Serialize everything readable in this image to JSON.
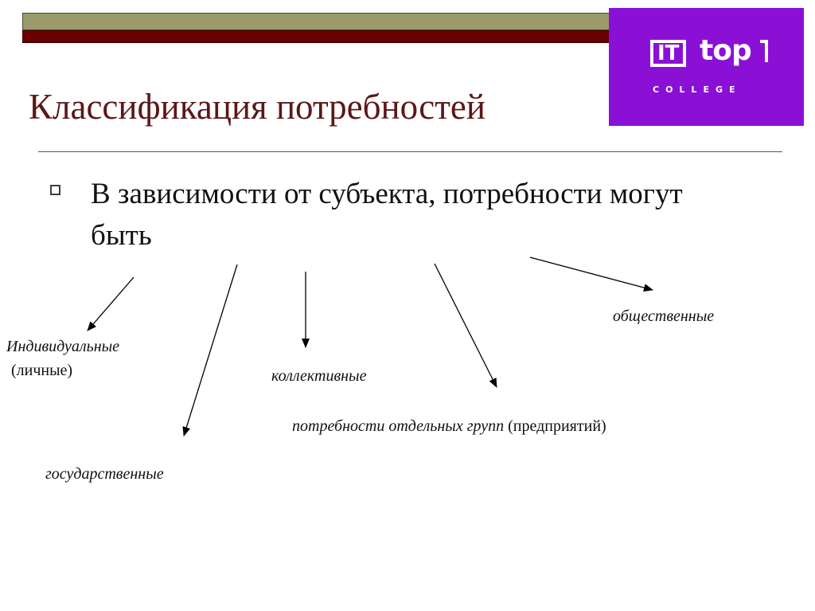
{
  "title": "Классификация потребностей",
  "logo": {
    "main_left": "IT",
    "main_right": "top",
    "sub": "COLLEGE"
  },
  "bullet": "В зависимости от субъекта, потребности могут быть",
  "labels": {
    "individual_line1": "Индивидуальные",
    "individual_line2": "(личные)",
    "state": "государственные",
    "collective": "коллективные",
    "groups_italic": "потребности отдельных групп",
    "groups_plain": "(предприятий)",
    "social": "общественные"
  }
}
